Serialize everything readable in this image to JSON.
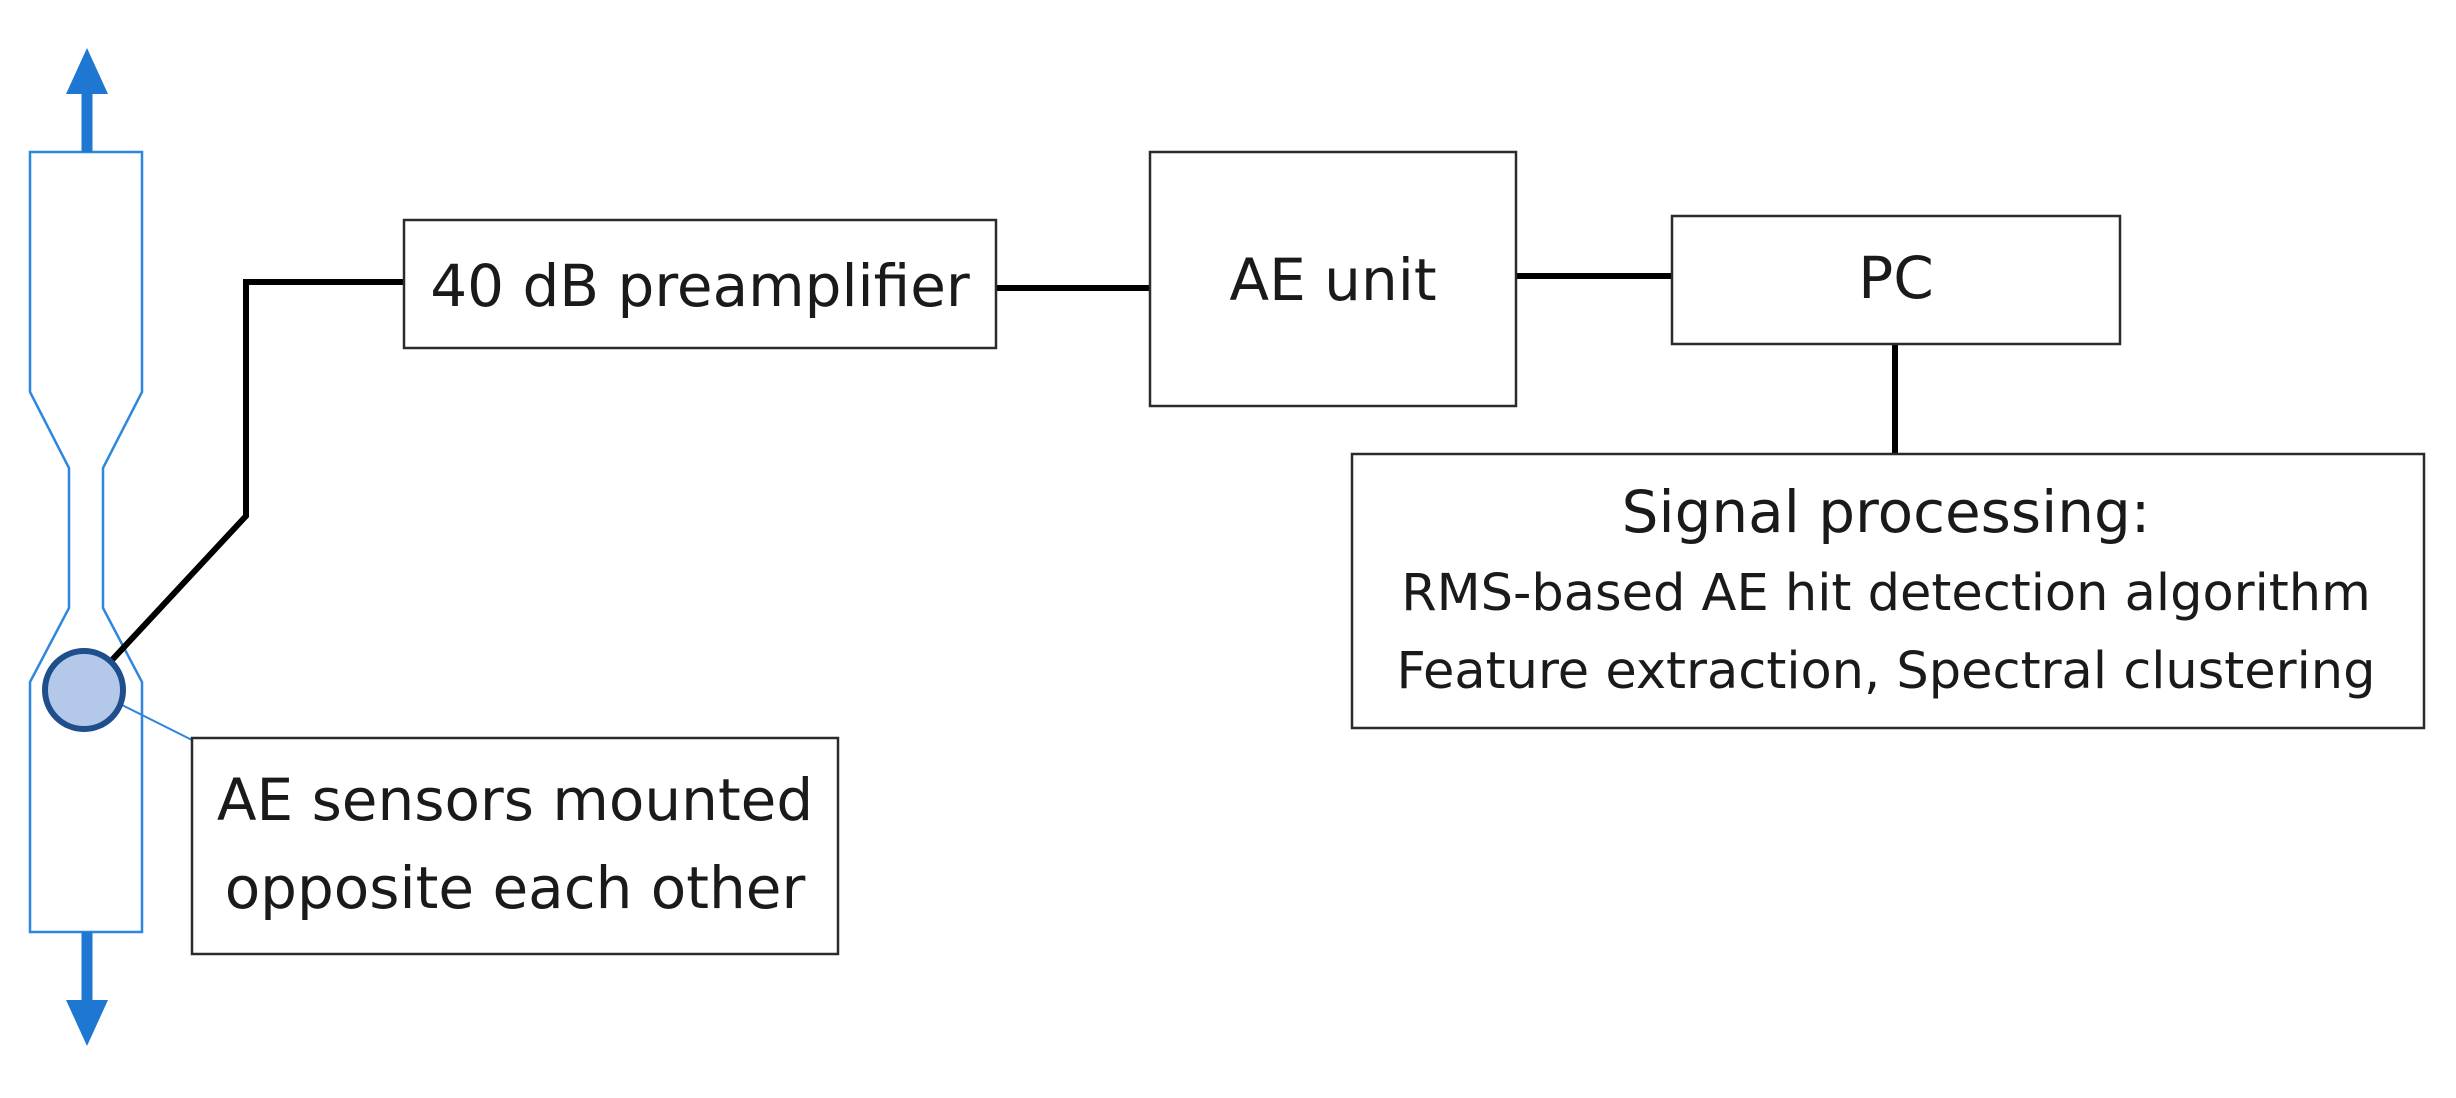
{
  "colors": {
    "specimen_outline": "#2e86de",
    "arrow": "#1e78d2",
    "sensor_fill": "#b4c8ea",
    "sensor_stroke": "#1f4e8c",
    "wire": "#000000",
    "box_border": "#2b2b2b"
  },
  "nodes": {
    "preamplifier": {
      "label": "40 dB preamplifier"
    },
    "ae_unit": {
      "label": "AE unit"
    },
    "pc": {
      "label": "PC"
    },
    "signal_processing": {
      "lines": [
        "Signal processing:",
        "RMS-based AE hit detection algorithm",
        "Feature extraction, Spectral clustering"
      ]
    },
    "sensor_callout": {
      "lines": [
        "AE sensors mounted",
        "opposite each other"
      ]
    }
  },
  "edges": [
    {
      "from": "sensor",
      "to": "preamplifier"
    },
    {
      "from": "preamplifier",
      "to": "ae_unit"
    },
    {
      "from": "ae_unit",
      "to": "pc"
    },
    {
      "from": "pc",
      "to": "signal_processing"
    }
  ]
}
